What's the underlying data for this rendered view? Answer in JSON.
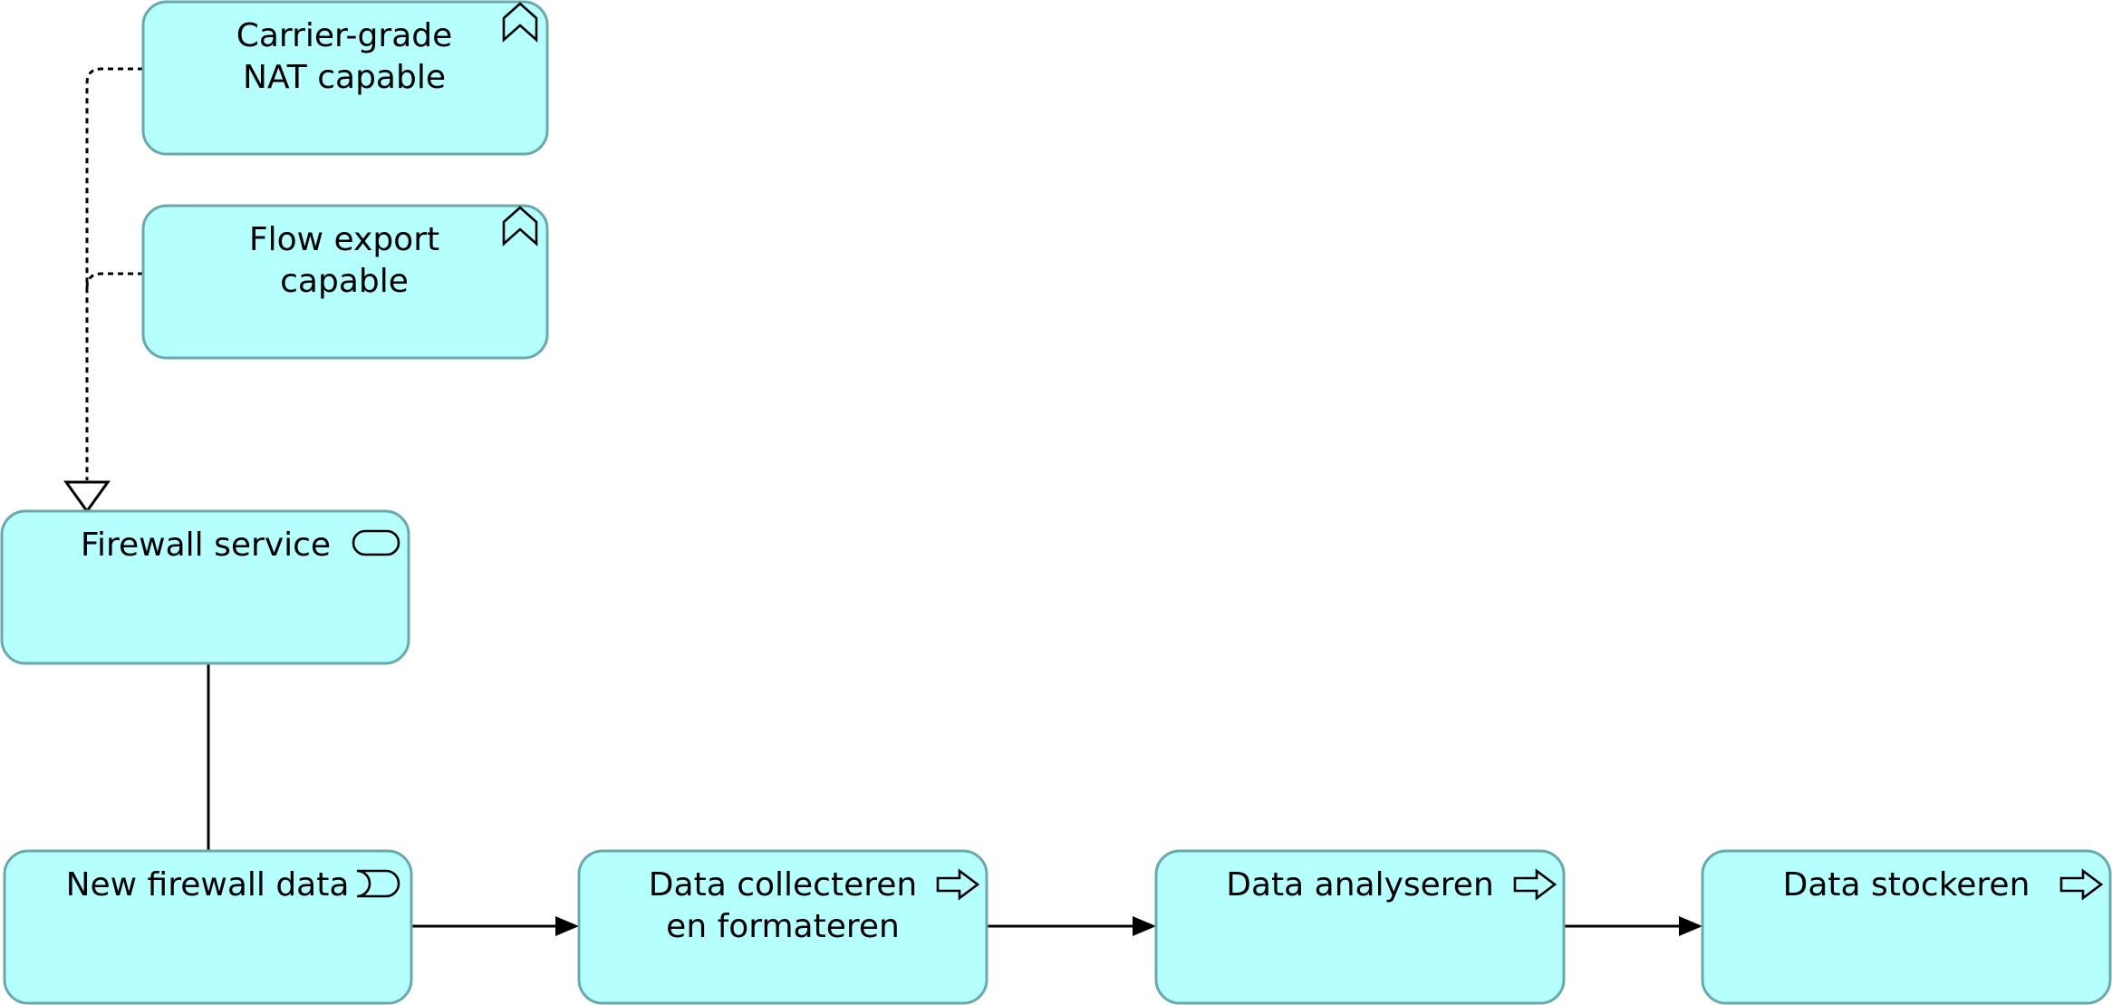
{
  "colors": {
    "node_fill": "#b5ffff",
    "node_border": "#6aa9ab",
    "line": "#000000"
  },
  "nodes": [
    {
      "id": "carrier-nat",
      "type": "capability",
      "icon": "capability-icon",
      "label_lines": [
        "Carrier-grade",
        "NAT capable"
      ]
    },
    {
      "id": "flow-export",
      "type": "capability",
      "icon": "capability-icon",
      "label_lines": [
        "Flow export",
        "capable"
      ]
    },
    {
      "id": "firewall-service",
      "type": "service",
      "icon": "service-icon",
      "label_lines": [
        "Firewall service"
      ]
    },
    {
      "id": "new-firewall-data",
      "type": "event",
      "icon": "event-icon",
      "label_lines": [
        "New firewall data"
      ]
    },
    {
      "id": "data-collecteren",
      "type": "process",
      "icon": "process-arrow-icon",
      "label_lines": [
        "Data collecteren",
        "en formateren"
      ]
    },
    {
      "id": "data-analyseren",
      "type": "process",
      "icon": "process-arrow-icon",
      "label_lines": [
        "Data analyseren"
      ]
    },
    {
      "id": "data-stockeren",
      "type": "process",
      "icon": "process-arrow-icon",
      "label_lines": [
        "Data stockeren"
      ]
    }
  ],
  "connections": [
    {
      "id": "realization-carrier-nat-to-firewall-service",
      "from": "carrier-nat",
      "to": "firewall-service",
      "kind": "realization"
    },
    {
      "id": "realization-flow-export-to-firewall-service",
      "from": "flow-export",
      "to": "firewall-service",
      "kind": "realization"
    },
    {
      "id": "association-firewall-service-to-new-firewall-data",
      "from": "firewall-service",
      "to": "new-firewall-data",
      "kind": "association"
    },
    {
      "id": "triggering-new-firewall-data-to-data-collecteren",
      "from": "new-firewall-data",
      "to": "data-collecteren",
      "kind": "triggering"
    },
    {
      "id": "triggering-data-collecteren-to-data-analyseren",
      "from": "data-collecteren",
      "to": "data-analyseren",
      "kind": "triggering"
    },
    {
      "id": "triggering-data-analyseren-to-data-stockeren",
      "from": "data-analyseren",
      "to": "data-stockeren",
      "kind": "triggering"
    }
  ]
}
